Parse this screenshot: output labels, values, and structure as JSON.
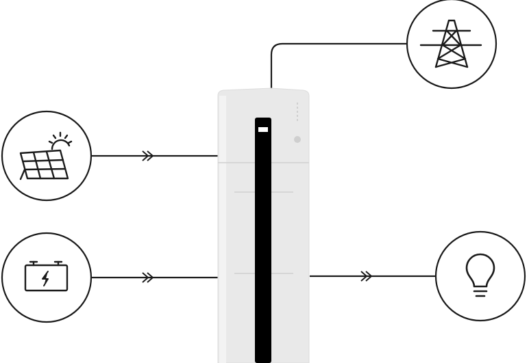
{
  "diagram": {
    "nodes": [
      {
        "id": "solar",
        "icon": "solar-panel-icon"
      },
      {
        "id": "battery",
        "icon": "battery-icon"
      },
      {
        "id": "grid",
        "icon": "power-grid-tower-icon"
      },
      {
        "id": "load",
        "icon": "light-bulb-icon"
      },
      {
        "id": "storage_system",
        "icon": "home-battery-system-icon"
      }
    ],
    "connections": [
      {
        "from": "solar",
        "to": "storage_system",
        "marker": "double-chevron"
      },
      {
        "from": "battery",
        "to": "storage_system",
        "marker": "double-chevron"
      },
      {
        "from": "storage_system",
        "to": "load",
        "marker": "double-chevron"
      },
      {
        "from": "storage_system",
        "to": "grid",
        "marker": "none"
      }
    ]
  },
  "colors": {
    "line": "#1a1a1a",
    "unit_body": "#eaeaea",
    "unit_edge": "#f7f7f7",
    "unit_strip": "#000000",
    "background": "#ffffff"
  }
}
